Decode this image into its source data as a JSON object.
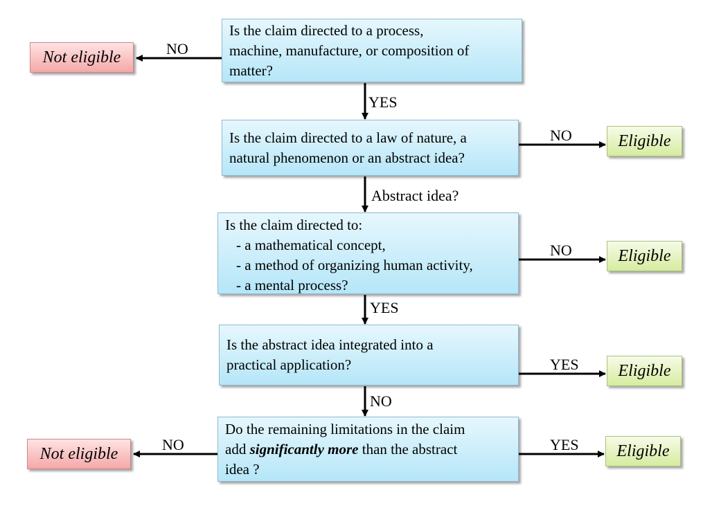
{
  "questions": {
    "q1": {
      "lines": [
        "Is the claim directed to a process,",
        "machine, manufacture, or composition of",
        "matter?"
      ]
    },
    "q2": {
      "lines": [
        "Is the claim directed to a law of nature, a",
        "natural phenomenon or an abstract idea?"
      ]
    },
    "q3": {
      "lines": [
        "Is the claim directed to:",
        "- a mathematical concept,",
        "- a method of organizing human activity,",
        "- a mental process?"
      ]
    },
    "q4": {
      "lines": [
        "Is the abstract idea integrated into a",
        "practical application?"
      ]
    },
    "q5": {
      "line1": "Do the remaining limitations in the claim",
      "line2_before": "add ",
      "line2_emphasis": "significantly more",
      "line2_after": " than the abstract",
      "line3": "idea ?"
    }
  },
  "outcomes": {
    "not_eligible_1": "Not eligible",
    "eligible_2": "Eligible",
    "eligible_3": "Eligible",
    "eligible_4": "Eligible",
    "eligible_5": "Eligible",
    "not_eligible_5": "Not eligible"
  },
  "edges": {
    "q1_no": "NO",
    "q1_yes": "YES",
    "q2_no": "NO",
    "q2_abstract": "Abstract idea?",
    "q3_no": "NO",
    "q3_yes": "YES",
    "q4_yes": "YES",
    "q4_no": "NO",
    "q5_no": "NO",
    "q5_yes": "YES"
  },
  "colors": {
    "question_fill": "#b5e6f8",
    "not_eligible_fill": "#f5a8a8",
    "eligible_fill": "#d6ec9f"
  }
}
